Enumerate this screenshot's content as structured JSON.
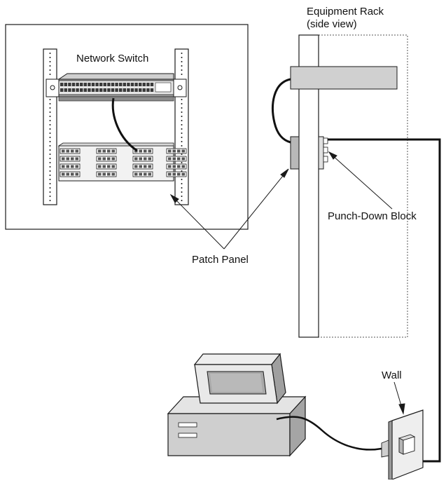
{
  "labels": {
    "network_switch": "Network Switch",
    "equipment_rack_line1": "Equipment Rack",
    "equipment_rack_line2": "(side view)",
    "punch_down_block": "Punch-Down Block",
    "patch_panel": "Patch Panel",
    "wall": "Wall"
  },
  "colors": {
    "stroke": "#1a1a1a",
    "cable": "#111111",
    "light_gray": "#d8d8d8",
    "mid_gray": "#b8b8b8",
    "dark_gray": "#8c8c8c",
    "panel_face": "#e6e6e6"
  }
}
